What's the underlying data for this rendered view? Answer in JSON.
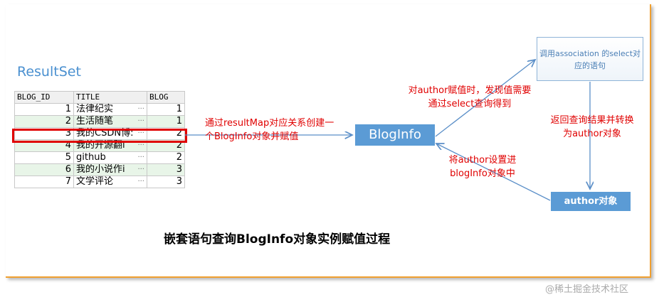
{
  "resultset_label": "ResultSet",
  "table": {
    "headers": [
      "BLOG_ID",
      "TITLE",
      "BLOG"
    ],
    "rows": [
      [
        "1",
        "法律纪实",
        "1"
      ],
      [
        "2",
        "生活随笔",
        "1"
      ],
      [
        "3",
        "我的CSDN博:",
        "2"
      ],
      [
        "4",
        "我的开源翻i",
        "2"
      ],
      [
        "5",
        "github",
        "2"
      ],
      [
        "6",
        "我的小说作i",
        "3"
      ],
      [
        "7",
        "文学评论",
        "3"
      ]
    ]
  },
  "labels": {
    "map_note": "通过resultMap对应关系创建一个BlogInfo对象并赋值",
    "bloginfo": "BlogInfo",
    "assign_note": "对author赋值时，发现值需要通过select查询得到",
    "assoc_box": "调用association 的select对应的语句",
    "return_note": "返回查询结果并转换为author对象",
    "author_box": "author对象",
    "set_note": "将author设置进blogInfo对象中",
    "title": "嵌套语句查询BlogInfo对象实例赋值过程",
    "watermark": "@稀土掘金技术社区"
  },
  "colors": {
    "accent": "#5b9bd5",
    "highlight": "#e00000",
    "text_red": "#e00000"
  }
}
